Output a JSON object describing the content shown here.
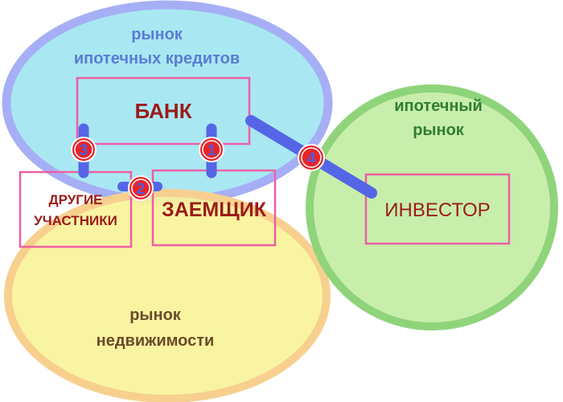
{
  "regions": {
    "mortgage_lending_market": {
      "line1": "рынок",
      "line2": "ипотечных кредитов",
      "color": "#5b7bd5"
    },
    "mortgage_market": {
      "line1": "ипотечный",
      "line2": "рынок",
      "color": "#2f7d32"
    },
    "real_estate_market": {
      "line1": "рынок",
      "line2": "недвижимости",
      "color": "#6b4a2a"
    }
  },
  "participants": {
    "bank": {
      "label": "БАНК"
    },
    "borrower": {
      "label": "ЗАЕМЩИК"
    },
    "other": {
      "line1": "ДРУГИЕ",
      "line2": "УЧАСТНИКИ"
    },
    "investor": {
      "label": "ИНВЕСТОР"
    }
  },
  "links": [
    {
      "number": "1"
    },
    {
      "number": "2"
    },
    {
      "number": "3"
    },
    {
      "number": "4"
    }
  ],
  "colors": {
    "top_fill": "#a9e8f2",
    "top_stroke": "#a6aff5",
    "right_fill": "#c8eeab",
    "right_stroke": "#8fd47a",
    "bottom_fill": "#f9f39a",
    "bottom_stroke": "#f7d08f",
    "box_stroke": "#ec5fa5",
    "label_dark_red": "#9b1b1b",
    "connector": "#5466e6",
    "badge_fill": "#e8242a",
    "badge_ring": "#ffffff"
  }
}
